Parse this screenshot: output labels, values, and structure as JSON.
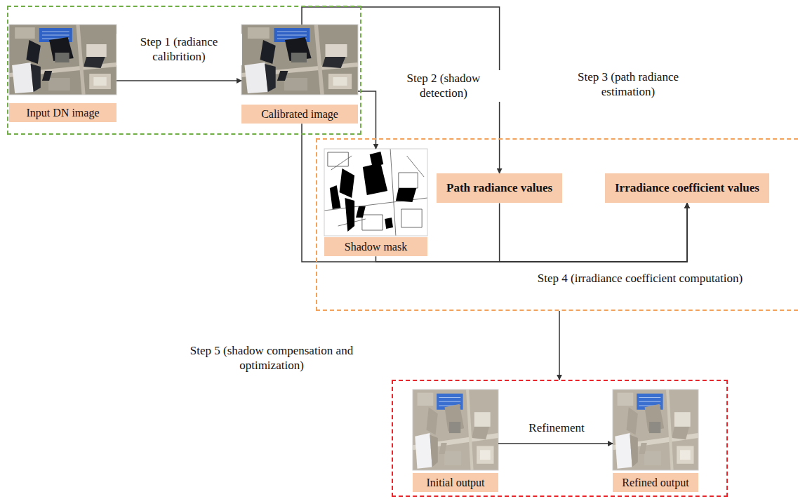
{
  "diagram": {
    "nodes": [
      {
        "text": []
      },
      {
        "text": [
          "Input DN image"
        ],
        "in": 0
      },
      {
        "text": [
          "Calibrated image"
        ],
        "in": 0
      },
      {
        "text": []
      },
      {
        "text": [
          "Shadow mask"
        ],
        "in": 3
      },
      {
        "text": [
          "Path radiance values"
        ],
        "in": 3
      },
      {
        "text": [
          "Irradiance coefficient values"
        ],
        "in": 3
      },
      {
        "text": []
      },
      {
        "text": [
          "Initial output"
        ],
        "in": 7
      },
      {
        "text": [
          "Refined output"
        ],
        "in": 7
      }
    ],
    "edges": [
      {
        "from": 1,
        "to": 2,
        "arrow": "to",
        "label": "Step 1 (radiance calibrition)"
      },
      {
        "from": 2,
        "to": 4,
        "arrow": "to",
        "label": "Step 2 (shadow detection)"
      },
      {
        "from": 2,
        "to": 5,
        "arrow": "to",
        "label": "Step 3 (path radiance estimation)"
      },
      {
        "from": 2,
        "to": 6,
        "arrow": "to"
      },
      {
        "from": 4,
        "to": 6,
        "arrow": "to"
      },
      {
        "from": 5,
        "to": 6,
        "arrow": "to",
        "label": "Step 4 (irradiance coefficient computation)"
      },
      {
        "from": 3,
        "to": 7,
        "arrow": "to",
        "label": "Step 5 (shadow compensation and optimization)"
      },
      {
        "from": 8,
        "to": 9,
        "arrow": "to",
        "label": "Refinement"
      }
    ]
  }
}
